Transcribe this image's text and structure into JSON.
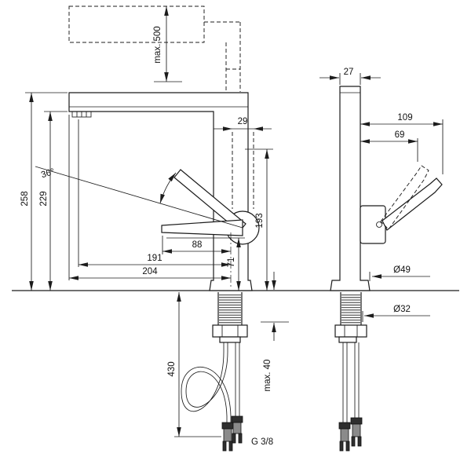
{
  "dims": {
    "max_pullout": "max. 500",
    "total_height": "258",
    "spout_height": "229",
    "swivel_angle": "36°",
    "handle_width": "29",
    "outlet_height": "193",
    "handle_height": "71",
    "handle_reach": "88",
    "reach_inner": "191",
    "spout_reach": "204",
    "hose_length": "430",
    "max_counter_thickness": "max. 40",
    "connection_thread": "G 3/8",
    "body_depth": "27",
    "handle_projection_max": "109",
    "handle_projection": "69",
    "base_diameter": "Ø49",
    "shank_diameter": "Ø32"
  },
  "colors": {
    "line": "#1c1c1c",
    "background": "#ffffff"
  }
}
